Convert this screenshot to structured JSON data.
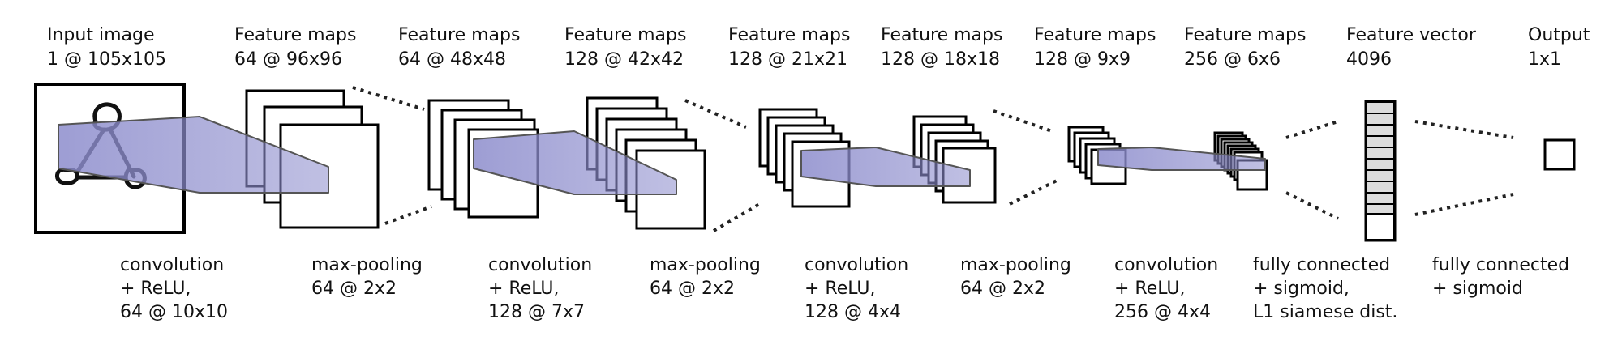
{
  "headers": [
    {
      "line1": "Input image",
      "line2": "1 @ 105x105"
    },
    {
      "line1": "Feature maps",
      "line2": "64 @ 96x96"
    },
    {
      "line1": "Feature maps",
      "line2": "64 @ 48x48"
    },
    {
      "line1": "Feature maps",
      "line2": "128 @ 42x42"
    },
    {
      "line1": "Feature maps",
      "line2": "128 @ 21x21"
    },
    {
      "line1": "Feature maps",
      "line2": "128 @ 18x18"
    },
    {
      "line1": "Feature maps",
      "line2": "128 @ 9x9"
    },
    {
      "line1": "Feature maps",
      "line2": "256 @ 6x6"
    },
    {
      "line1": "Feature vector",
      "line2": "4096"
    },
    {
      "line1": "Output",
      "line2": "1x1"
    }
  ],
  "operations": [
    {
      "line1": "convolution",
      "line2": "+ ReLU,",
      "line3": "64 @ 10x10"
    },
    {
      "line1": "max-pooling",
      "line2": "64 @ 2x2",
      "line3": ""
    },
    {
      "line1": "convolution",
      "line2": "+ ReLU,",
      "line3": "128 @ 7x7"
    },
    {
      "line1": "max-pooling",
      "line2": "64 @ 2x2",
      "line3": ""
    },
    {
      "line1": "convolution",
      "line2": "+ ReLU,",
      "line3": "128 @ 4x4"
    },
    {
      "line1": "max-pooling",
      "line2": "64 @ 2x2",
      "line3": ""
    },
    {
      "line1": "convolution",
      "line2": "+ ReLU,",
      "line3": "256 @ 4x4"
    },
    {
      "line1": "fully connected",
      "line2": "+ sigmoid,",
      "line3": "L1 siamese dist."
    },
    {
      "line1": "fully connected",
      "line2": "+ sigmoid",
      "line3": ""
    }
  ],
  "colors": {
    "kernel_fill": "#8c8ccc",
    "map_fill": "#ffffff",
    "stroke": "#000000"
  }
}
